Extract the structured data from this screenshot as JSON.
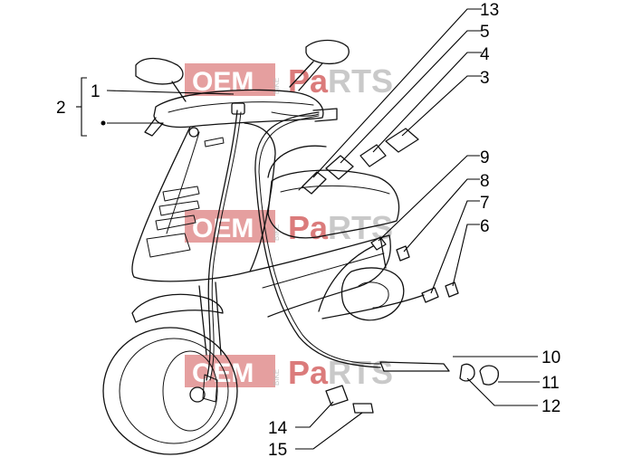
{
  "watermark": {
    "brand_oem": "OEM",
    "brand_parts_highlight": "Pa",
    "brand_parts_rest": "RTS",
    "brand_vertical": "BIKE",
    "colors": {
      "accent": "#cf5050",
      "gray": "#b8b8b8"
    }
  },
  "callouts": [
    {
      "id": "1",
      "label": "1"
    },
    {
      "id": "2",
      "label": "2"
    },
    {
      "id": "3",
      "label": "3"
    },
    {
      "id": "4",
      "label": "4"
    },
    {
      "id": "5",
      "label": "5"
    },
    {
      "id": "6",
      "label": "6"
    },
    {
      "id": "7",
      "label": "7"
    },
    {
      "id": "8",
      "label": "8"
    },
    {
      "id": "9",
      "label": "9"
    },
    {
      "id": "10",
      "label": "10"
    },
    {
      "id": "11",
      "label": "11"
    },
    {
      "id": "12",
      "label": "12"
    },
    {
      "id": "13",
      "label": "13"
    },
    {
      "id": "14",
      "label": "14"
    },
    {
      "id": "15",
      "label": "15"
    }
  ]
}
